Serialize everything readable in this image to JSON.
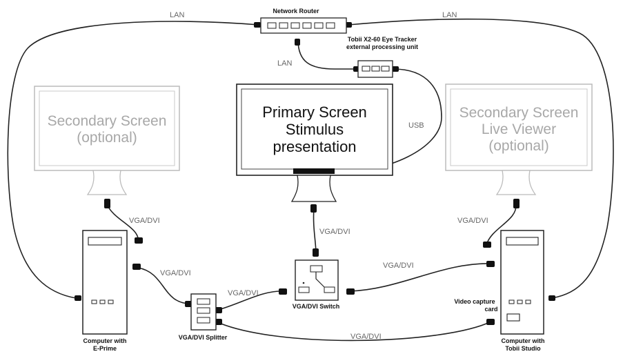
{
  "cable_labels": {
    "lan_left": "LAN",
    "lan_right": "LAN",
    "lan_tracker": "LAN",
    "usb": "USB",
    "vga_left_monitor": "VGA/DVI",
    "vga_eprime_splitter": "VGA/DVI",
    "vga_splitter_switch": "VGA/DVI",
    "vga_primary_switch": "VGA/DVI",
    "vga_switch_tobii": "VGA/DVI",
    "vga_right_monitor": "VGA/DVI",
    "vga_bottom": "VGA/DVI"
  },
  "devices": {
    "router": "Network Router",
    "tracker_line1": "Tobii X2-60 Eye Tracker",
    "tracker_line2": "external processing unit",
    "switch": "VGA/DVI Switch",
    "splitter": "VGA/DVI Splitter",
    "computer_left_line1": "Computer with",
    "computer_left_line2": "E-Prime",
    "computer_right_line1": "Computer with",
    "computer_right_line2": "Tobii Studio",
    "capture_line1": "Video capture",
    "capture_line2": "card"
  },
  "screens": {
    "left_line1": "Secondary Screen",
    "left_line2": "(optional)",
    "primary_line1": "Primary Screen",
    "primary_line2": "Stimulus",
    "primary_line3": "presentation",
    "right_line1": "Secondary Screen",
    "right_line2": "Live Viewer",
    "right_line3": "(optional)"
  },
  "colors": {
    "cable": "#222222",
    "optional_screen": "#bbbbbb",
    "optional_text": "#a8a8a8"
  }
}
